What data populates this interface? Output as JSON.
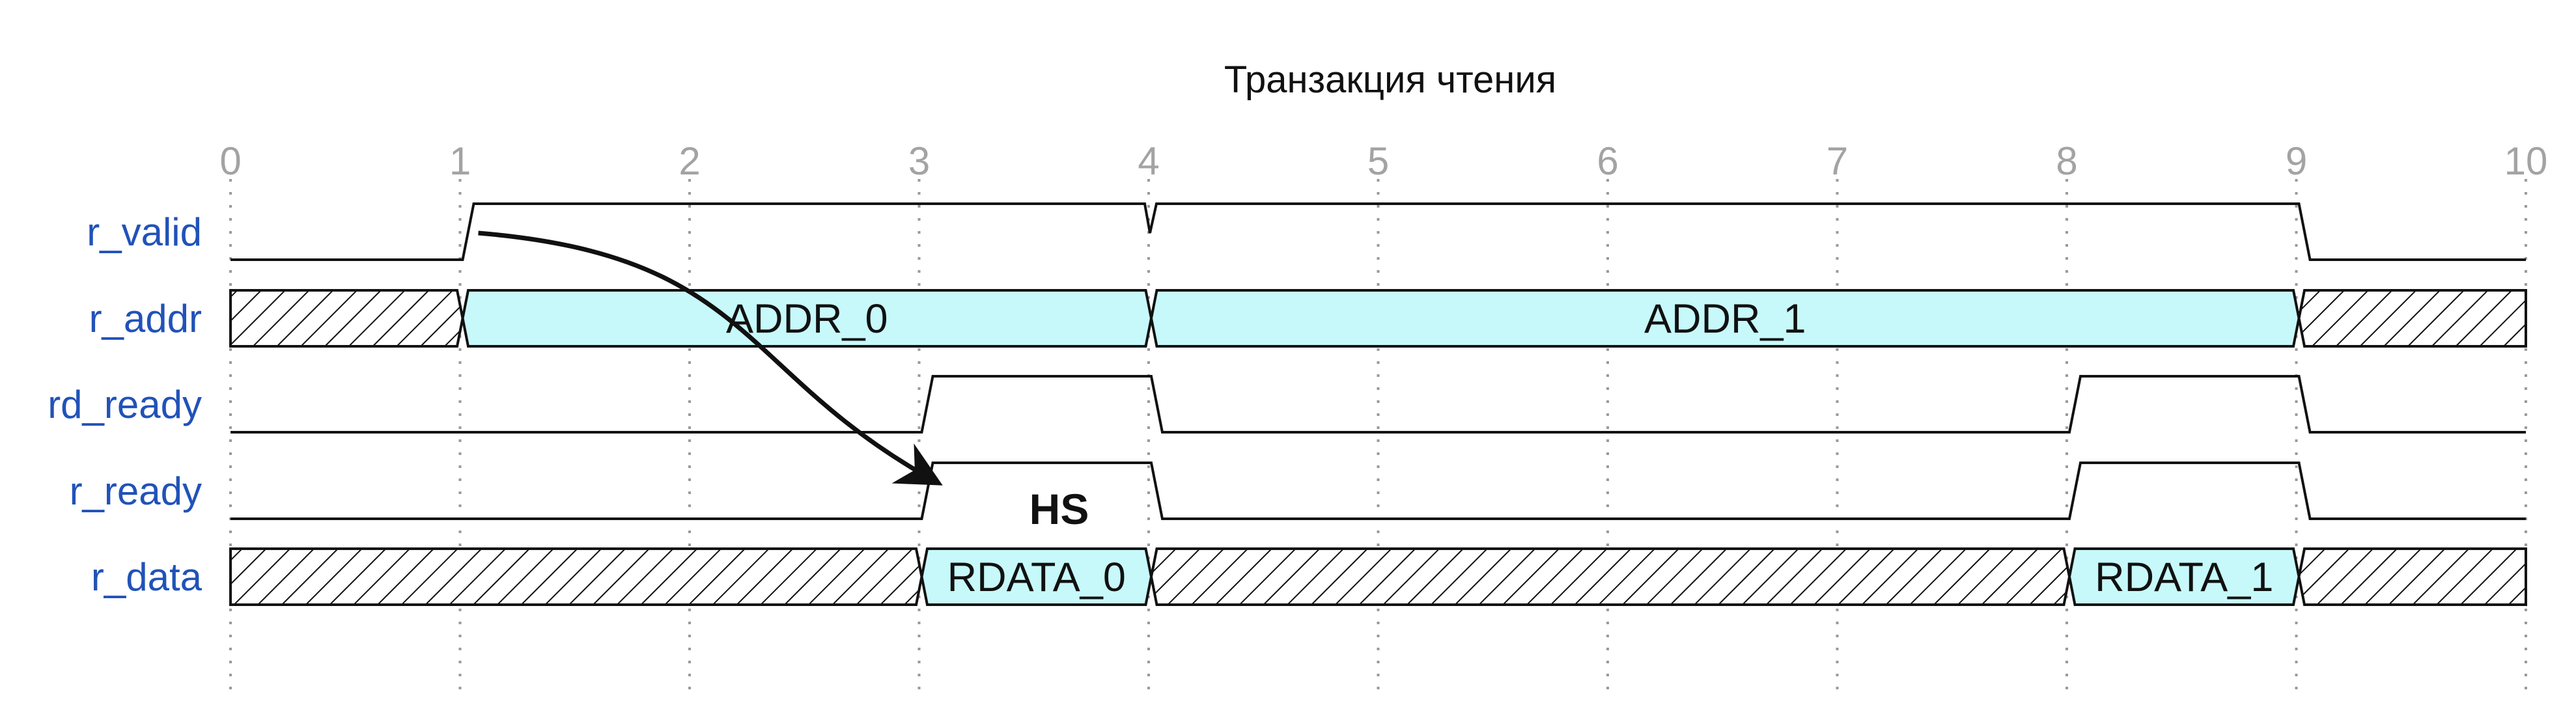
{
  "title": "Транзакция чтения",
  "ticks": [
    "0",
    "1",
    "2",
    "3",
    "4",
    "5",
    "6",
    "7",
    "8",
    "9",
    "10"
  ],
  "colors": {
    "bus_fill": "#c7f9fb",
    "signal_label": "#2152b8",
    "tick_label": "#a3a3a3",
    "line": "#111111"
  },
  "signals": [
    {
      "name": "r_valid",
      "kind": "bit",
      "transitions": [
        [
          0,
          0
        ],
        [
          1,
          1
        ],
        [
          4,
          0
        ],
        [
          4,
          1
        ],
        [
          9,
          0
        ]
      ]
    },
    {
      "name": "r_addr",
      "kind": "bus",
      "segments": [
        {
          "from": 0,
          "to": 1,
          "value": "",
          "state": "x"
        },
        {
          "from": 1,
          "to": 4,
          "value": "ADDR_0",
          "state": "valid"
        },
        {
          "from": 4,
          "to": 9,
          "value": "ADDR_1",
          "state": "valid"
        },
        {
          "from": 9,
          "to": 10,
          "value": "",
          "state": "x"
        }
      ]
    },
    {
      "name": "rd_ready",
      "kind": "bit",
      "transitions": [
        [
          0,
          0
        ],
        [
          3,
          1
        ],
        [
          4,
          0
        ],
        [
          8,
          1
        ],
        [
          9,
          0
        ]
      ]
    },
    {
      "name": "r_ready",
      "kind": "bit",
      "transitions": [
        [
          0,
          0
        ],
        [
          3,
          1
        ],
        [
          4,
          0
        ],
        [
          8,
          1
        ],
        [
          9,
          0
        ]
      ]
    },
    {
      "name": "r_data",
      "kind": "bus",
      "segments": [
        {
          "from": 0,
          "to": 3,
          "value": "",
          "state": "x"
        },
        {
          "from": 3,
          "to": 4,
          "value": "RDATA_0",
          "state": "valid"
        },
        {
          "from": 4,
          "to": 8,
          "value": "",
          "state": "x"
        },
        {
          "from": 8,
          "to": 9,
          "value": "RDATA_1",
          "state": "valid"
        },
        {
          "from": 9,
          "to": 10,
          "value": "",
          "state": "x"
        }
      ]
    }
  ],
  "annotation": {
    "label": "HS",
    "from_signal": "r_valid",
    "from_time": 1,
    "to_signal": "r_ready",
    "to_time": 3
  }
}
